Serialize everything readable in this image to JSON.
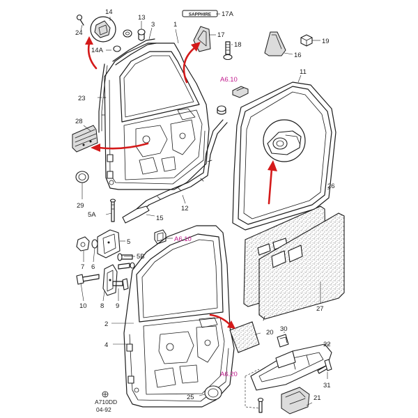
{
  "diagram_code": "A710DD",
  "diagram_date": "04-92",
  "emblem_text": "SAPPHIRE",
  "refs": {
    "a610_top": "A6.10",
    "a610_mid": "A6.10",
    "a620": "A6.20"
  },
  "callouts": {
    "c1": "1",
    "c2": "2",
    "c3": "3",
    "c4": "4",
    "c5": "5",
    "c5a": "5A",
    "c5b": "5B",
    "c6": "6",
    "c7": "7",
    "c8": "8",
    "c9": "9",
    "c10": "10",
    "c11": "11",
    "c12": "12",
    "c13": "13",
    "c14": "14",
    "c14a": "14A",
    "c15": "15",
    "c16": "16",
    "c17": "17",
    "c17a": "17A",
    "c18": "18",
    "c19": "19",
    "c20": "20",
    "c21": "21",
    "c22": "22",
    "c23": "23",
    "c24": "24",
    "c25": "25",
    "c26": "26",
    "c27": "27",
    "c28": "28",
    "c29": "29",
    "c30": "30",
    "c31": "31"
  },
  "colors": {
    "arrow": "#d41a1a",
    "reference": "#c0188c",
    "linework": "#1a1a1a"
  }
}
